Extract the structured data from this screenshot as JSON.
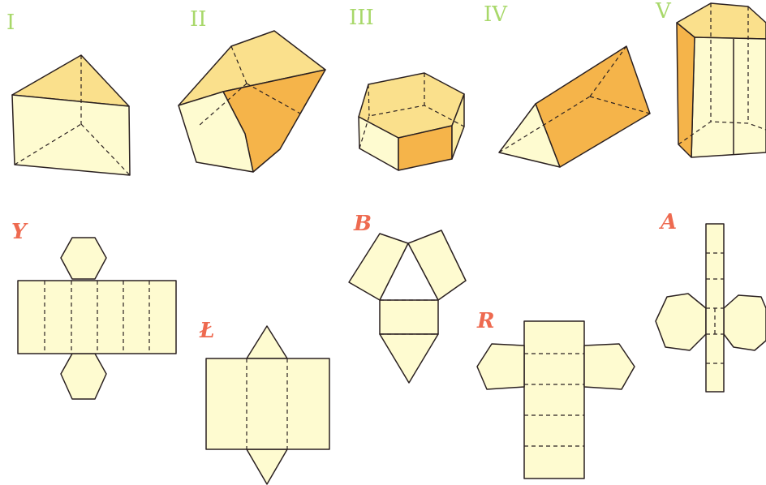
{
  "solids": [
    {
      "id": "solid-triangular-prism",
      "label": "I"
    },
    {
      "id": "solid-pentagonal-prism",
      "label": "II"
    },
    {
      "id": "solid-hexagonal-prism-flat",
      "label": "III"
    },
    {
      "id": "solid-triangular-prism-long",
      "label": "IV"
    },
    {
      "id": "solid-hexagonal-prism-tall",
      "label": "V"
    }
  ],
  "nets": [
    {
      "id": "net-hexagonal-prism",
      "label": "Y"
    },
    {
      "id": "net-triangular-prism-wide",
      "label": "Ł"
    },
    {
      "id": "net-pentagon-fan",
      "label": "B"
    },
    {
      "id": "net-pentagonal-prism",
      "label": "R"
    },
    {
      "id": "net-hexagonal-strip",
      "label": "A"
    }
  ],
  "colors": {
    "roman_label": "#a8d86a",
    "letter_label": "#ee6a50",
    "face_light": "#fefbd0",
    "face_dark": "#f5b44a"
  }
}
